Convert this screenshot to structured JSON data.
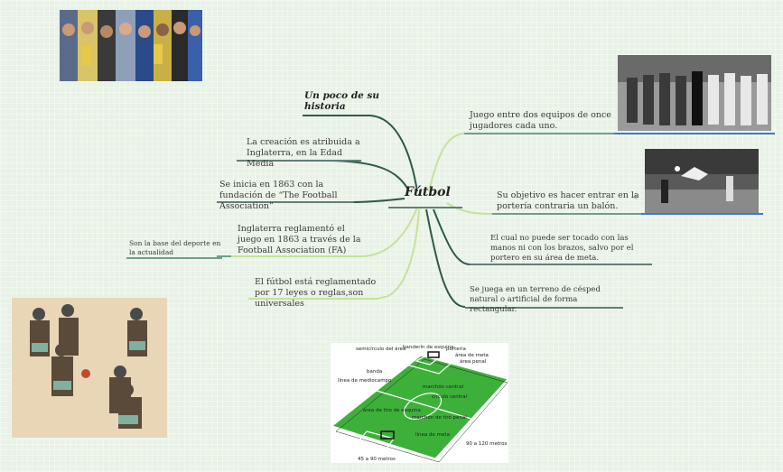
{
  "central_topic": "Fútbol",
  "history_title": "Un poco de su historia",
  "left_branches": [
    {
      "text": "La creación es atribuida a Inglaterra, en la Edad Media"
    },
    {
      "text": "Se inicia en 1863 con la fundación de “The Football Association”"
    },
    {
      "text": "Inglaterra reglamentó el juego en 1863 a través de la Football Association (FA)"
    },
    {
      "text": "El fútbol está reglamentado por 17 leyes o reglas,son universales"
    }
  ],
  "sub_branch": "Son la base del deporte en la actualidad",
  "right_branches": [
    {
      "text": "Juego entre dos equipos de once jugadores cada uno."
    },
    {
      "text": "Su objetivo es hacer entrar en la portería contraria un balón."
    },
    {
      "text": "El cual no puede ser tocado con las manos ni con los brazos, salvo por el portero en su área de meta."
    },
    {
      "text": "Se juega en un terreno de césped natural o artificial de forma rectangular."
    }
  ],
  "field_labels": {
    "semicirculo": "semicírculo del área",
    "banderin": "banderín de esquina",
    "porteria": "portería",
    "area_meta": "área de meta",
    "area_penal": "área penal",
    "banda": "banda",
    "linea_medio": "línea de mediocampo",
    "marchon_central": "marchón central",
    "circulo_central": "círculo central",
    "area_tiro": "área de tiro de esquina",
    "marchon_tiro": "marchón de tiro penal",
    "linea_meta": "línea de meta",
    "dim_largo": "90 a 120 metros",
    "dim_ancho": "45 a 90 metros"
  },
  "colors": {
    "dark_branch": "#2f5a4a",
    "light_branch": "#c3e39a",
    "mid_branch": "#6f9f8a",
    "underline_dark": "#5f7f77",
    "underline_blue": "#3a78d8",
    "field_green": "#3db03a"
  }
}
